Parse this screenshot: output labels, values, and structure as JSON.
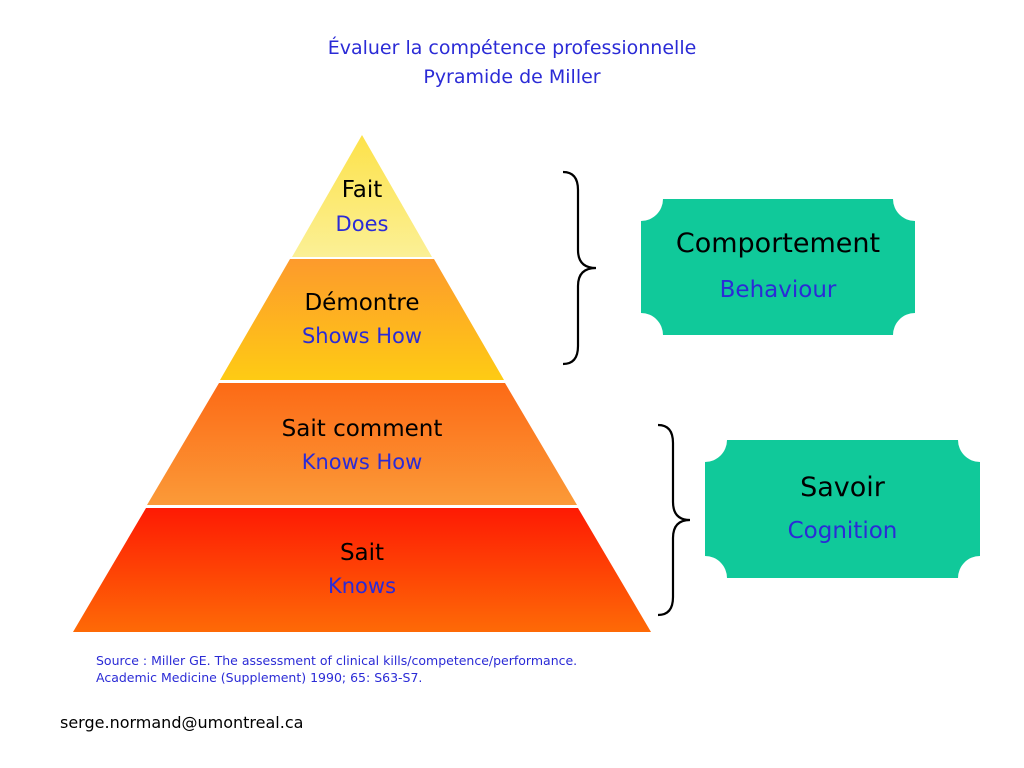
{
  "title_line1": "Évaluer la compétence professionnelle",
  "title_line2": "Pyramide de Miller",
  "pyramid": [
    {
      "fr": "Fait",
      "en": "Does",
      "color": "#fbee8a"
    },
    {
      "fr": "Démontre",
      "en": "Shows How",
      "color": "#fdbf1c"
    },
    {
      "fr": "Sait comment",
      "en": "Knows How",
      "color": "#fb8a24"
    },
    {
      "fr": "Sait",
      "en": "Knows",
      "color": "#fe4a0a"
    }
  ],
  "boxes": [
    {
      "title": "Comportement",
      "subtitle": "Behaviour",
      "color": "#10c99a"
    },
    {
      "title": "Savoir",
      "subtitle": "Cognition",
      "color": "#10c99a"
    }
  ],
  "source_line1": "Source : Miller GE. The assessment of clinical kills/competence/performance.",
  "source_line2": "Academic Medicine (Supplement) 1990; 65: S63-S7.",
  "email": "serge.normand@umontreal.ca"
}
